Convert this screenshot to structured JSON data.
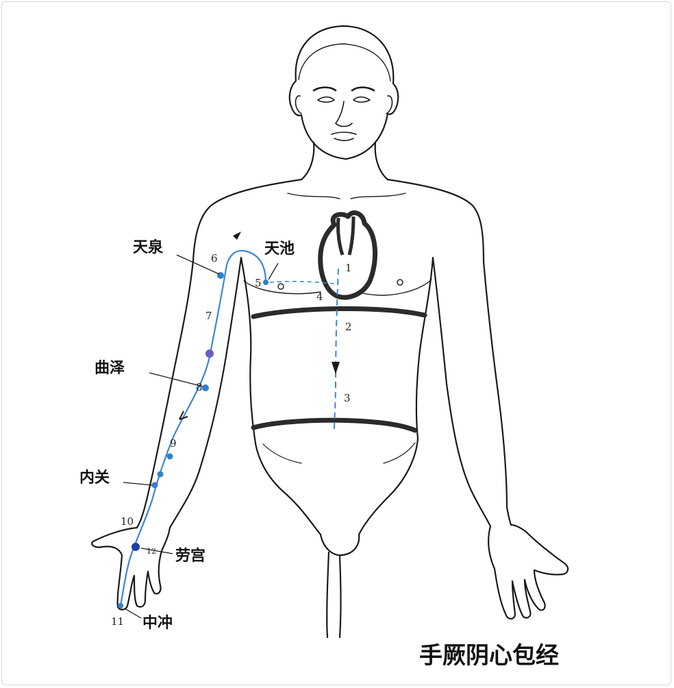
{
  "title": "手厥阴心包经",
  "acupoints": {
    "tianquan": "天泉",
    "tianchi": "天池",
    "quze": "曲泽",
    "neiguan": "内关",
    "laogong": "劳宫",
    "zhongchong": "中冲"
  },
  "numbers": [
    "1",
    "2",
    "3",
    "4",
    "5",
    "6",
    "7",
    "8",
    "9",
    "10",
    "11",
    "12"
  ],
  "colors": {
    "meridian": "#3a86d6",
    "point": "#2f7fd1",
    "point_major": "#3b2fa8",
    "body_outline": "#1a1a1a",
    "internal_band": "#2b2b2b"
  }
}
